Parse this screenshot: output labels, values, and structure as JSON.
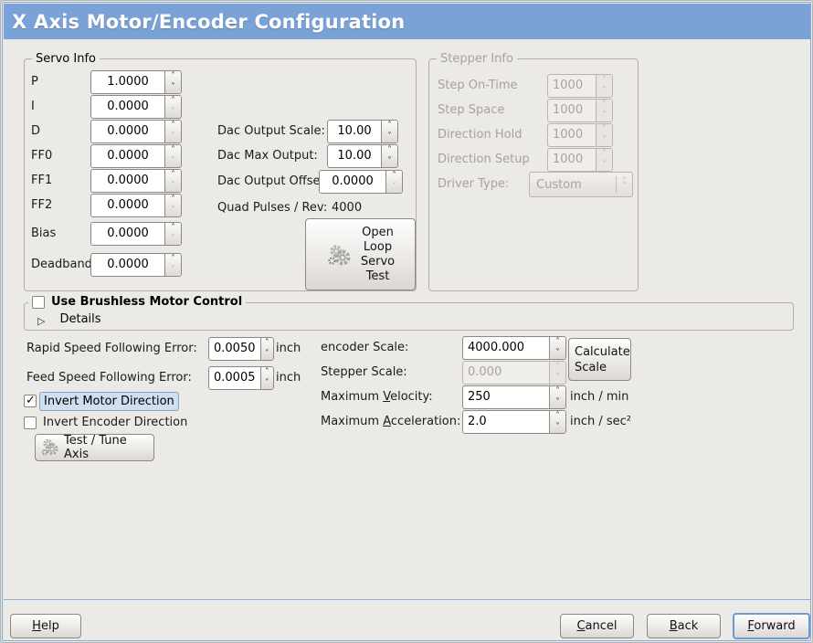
{
  "window": {
    "title": "X Axis Motor/Encoder Configuration"
  },
  "colors": {
    "header_bg": "#7ba2d6",
    "header_text": "#ffffff",
    "window_bg": "#eceae7",
    "focus_border": "#6d9ad0",
    "focus_fill": "#cfdff1",
    "disabled_text": "#a8a29b",
    "separator": "#8fafd2"
  },
  "icons": {
    "open_loop_button": "gears-icon",
    "test_tune_button": "gears-icon",
    "details_expander": "triangle-right-icon",
    "spinners": "chevron-up-down-icons",
    "driver_type_combo": "up-down-chevron-icon"
  },
  "servo_info": {
    "legend": "Servo Info",
    "fields": [
      {
        "label": "P",
        "value": "1.0000"
      },
      {
        "label": "I",
        "value": "0.0000"
      },
      {
        "label": "D",
        "value": "0.0000"
      },
      {
        "label": "FF0",
        "value": "0.0000"
      },
      {
        "label": "FF1",
        "value": "0.0000"
      },
      {
        "label": "FF2",
        "value": "0.0000"
      },
      {
        "label": "Bias",
        "value": "0.0000"
      },
      {
        "label": "Deadband",
        "value": "0.0000"
      }
    ],
    "dac": [
      {
        "label": "Dac Output Scale:",
        "value": "10.00"
      },
      {
        "label": "Dac Max Output:",
        "value": "10.00"
      },
      {
        "label": "Dac Output Offset:",
        "value": "0.0000"
      }
    ],
    "quad_pulses": {
      "label": "Quad Pulses / Rev:",
      "value": "4000"
    },
    "open_loop_button": {
      "lines": [
        "Open",
        "Loop",
        "Servo",
        "Test"
      ]
    }
  },
  "stepper_info": {
    "legend": "Stepper Info",
    "fields": [
      {
        "label": "Step On-Time",
        "value": "1000"
      },
      {
        "label": "Step Space",
        "value": "1000"
      },
      {
        "label": "Direction Hold",
        "value": "1000"
      },
      {
        "label": "Direction Setup",
        "value": "1000"
      }
    ],
    "driver_type": {
      "label": "Driver Type:",
      "value": "Custom"
    }
  },
  "brushless": {
    "label": "Use Brushless Motor Control",
    "details": "Details"
  },
  "following": [
    {
      "label": "Rapid Speed Following Error:",
      "value": "0.0050",
      "unit": "inch"
    },
    {
      "label": "Feed Speed Following Error:",
      "value": "0.0005",
      "unit": "inch"
    }
  ],
  "scaling": {
    "encoder": {
      "label": "encoder Scale:",
      "value": "4000.000"
    },
    "calculate_button": {
      "lines": [
        "Calculate",
        "Scale"
      ]
    },
    "stepper": {
      "label": "Stepper Scale:",
      "value": "0.000"
    },
    "velocity": {
      "pre": "Maximum ",
      "key": "V",
      "post": "elocity:",
      "value": "250",
      "unit": "inch / min"
    },
    "acceleration": {
      "pre": "Maximum ",
      "key": "A",
      "post": "cceleration:",
      "value": "2.0",
      "unit": "inch / sec²"
    }
  },
  "invert": {
    "motor": {
      "label": "Invert Motor Direction",
      "checked": true
    },
    "encoder": {
      "label": "Invert Encoder Direction",
      "checked": false
    }
  },
  "test_button": {
    "label": "Test / Tune Axis"
  },
  "footer": {
    "help": {
      "key": "H",
      "rest": "elp"
    },
    "cancel": {
      "key": "C",
      "rest": "ancel"
    },
    "back": {
      "key": "B",
      "rest": "ack"
    },
    "forward": {
      "key": "F",
      "rest": "orward"
    }
  }
}
